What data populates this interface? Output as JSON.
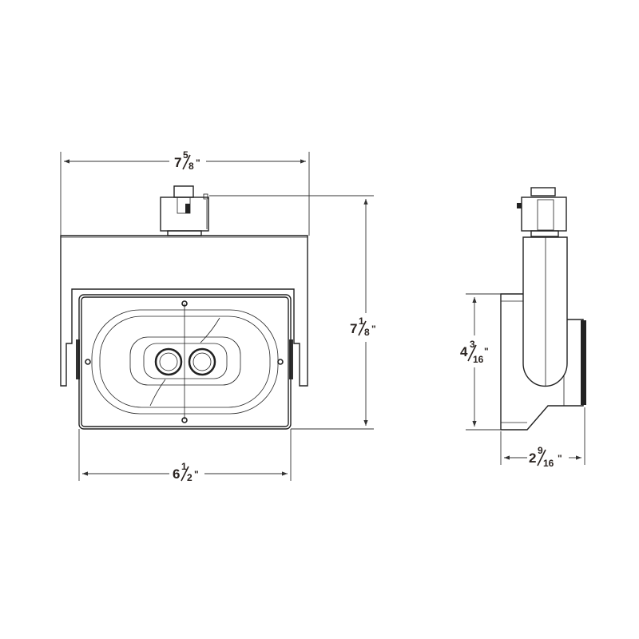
{
  "dimensions": {
    "overall_width": {
      "whole": "7",
      "num": "5",
      "den": "8",
      "unit": "\""
    },
    "overall_height": {
      "whole": "7",
      "num": "1",
      "den": "8",
      "unit": "\""
    },
    "frame_width": {
      "whole": "6",
      "num": "1",
      "den": "2",
      "unit": "\""
    },
    "side_height": {
      "whole": "4",
      "num": "3",
      "den": "16",
      "unit": "\""
    },
    "side_depth": {
      "whole": "2",
      "num": "9",
      "den": "16",
      "unit": "\""
    }
  }
}
